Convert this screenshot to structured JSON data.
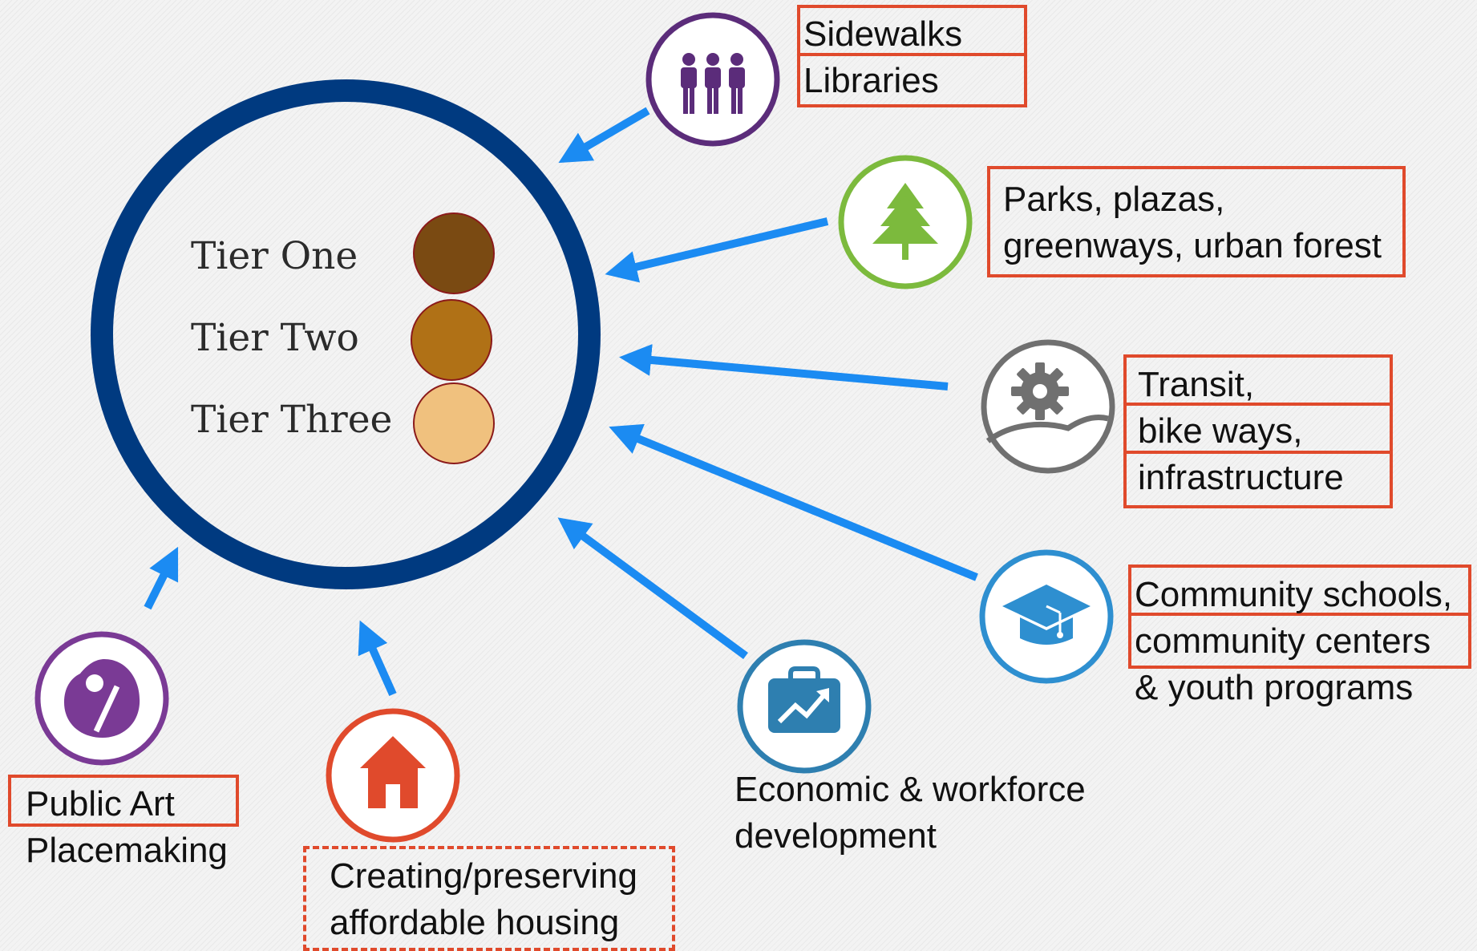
{
  "hub": {
    "tiers": [
      {
        "label": "Tier One",
        "color": "#7a4a12"
      },
      {
        "label": "Tier Two",
        "color": "#b07116"
      },
      {
        "label": "Tier Three",
        "color": "#f0c17e"
      }
    ],
    "ring_color": "#003a80"
  },
  "arrow_color": "#1b8bf2",
  "nodes": {
    "sidewalks": {
      "icon": "people-icon",
      "color": "#5b2c7a",
      "lines": [
        "Sidewalks",
        "Libraries"
      ]
    },
    "parks": {
      "icon": "tree-icon",
      "color": "#7cba3d",
      "lines": [
        "Parks, plazas,",
        "greenways, urban forest"
      ]
    },
    "transit": {
      "icon": "gear-landscape-icon",
      "color": "#707070",
      "lines": [
        "Transit,",
        "bike ways,",
        "infrastructure"
      ]
    },
    "schools": {
      "icon": "graduation-cap-icon",
      "color": "#2e8fd0",
      "lines": [
        "Community schools,",
        "community centers",
        "& youth programs"
      ]
    },
    "economic": {
      "icon": "briefcase-chart-icon",
      "color": "#2e7fb0",
      "lines": [
        "Economic & workforce",
        "development"
      ]
    },
    "housing": {
      "icon": "house-icon",
      "color": "#e04a2c",
      "lines": [
        "Creating/preserving",
        "affordable housing"
      ]
    },
    "art": {
      "icon": "palette-icon",
      "color": "#7a3a95",
      "lines": [
        "Public Art",
        "Placemaking"
      ]
    }
  }
}
